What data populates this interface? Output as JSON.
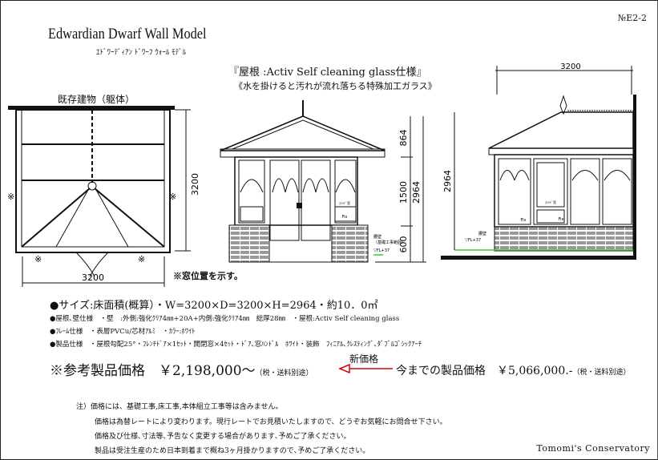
{
  "doc_number": "№E2-2",
  "title": "Edwardian Dwarf Wall Model",
  "subtitle": "ｴﾄﾞﾜｰﾃﾞｨｱﾝ ﾄﾞﾜｰﾌ ｳｫｰﾙ ﾓﾃﾞﾙ",
  "roof_spec": "『屋根 :Activ Self cleaning glass仕様』",
  "roof_note": "《水を掛けると汚れが流れ落ちる特殊加工ガラス》",
  "plan": {
    "existing_building": "既存建物（躯体）",
    "width_dim": "3200",
    "depth_dim": "3200",
    "window_mark": "※",
    "window_note": "※窓位置を示す。"
  },
  "front_elevation": {
    "dims": [
      "864",
      "1500",
      "600"
    ],
    "total_height": "2964",
    "fix_label": "Fix",
    "window_label": "ｽﾗｲﾄﾞ窓",
    "base_label_1": "腰壁",
    "base_label_2": "（基礎工事範囲）",
    "gl_label": "▽FL+37"
  },
  "side_elevation": {
    "width_dim": "3200",
    "total_height": "2964",
    "fix_label": "Fix",
    "window_label": "ｽﾗｲﾄﾞ窓",
    "base_label": "腰壁",
    "gl_label": "▽FL+37"
  },
  "specs": {
    "size": "●サイズ:床面積(概算）・W=3200×D=3200×H=2964・約10．0㎡",
    "roof_wall": "●屋根､壁仕様　・壁　:外側:強化ｸﾘｱ4㎜+20A+内側:強化ｸﾘｱ4㎜　総厚28㎜　・屋根:Activ Self cleaning glass",
    "frame": "●ﾌﾚｰﾑ仕様　・表層PVCu/芯材ｱﾙﾐ　・ｶﾗｰ:ﾎﾜｲﾄ",
    "product": "●製品仕様　・屋根勾配25°・ﾌﾚﾝﾁﾄﾞｱ×1ｾｯﾄ・開閉窓×4ｾｯﾄ・ﾄﾞｱ､窓ﾊﾝﾄﾞﾙ　ﾎﾜｲﾄ・装飾　ﾌｨﾆｱﾙ､ｸﾚｽﾃｨﾝｸﾞ､ﾀﾞﾌﾞﾙｺﾞｼｯｸｱｰﾁ"
  },
  "price": {
    "ref_label": "※参考製品価格　￥2,198,000～",
    "tax_note": "（税・送料別途）",
    "new_label": "新価格",
    "old_label": "今までの製品価格　￥5,066,000.-",
    "old_tax_note": "（税・送料別途）",
    "arrow_color": "#e00000"
  },
  "notes": [
    "注）価格には、基礎工事,床工事,本体組立工事等は含みません。",
    "価格は為替レートにより変わります。現行レートでお見積いたしますので、どうぞお気軽にお問合せ下さい。",
    "価格及び仕様､寸法等､予告なく変更する場合があります､予めご了承ください。",
    "製品は受注生産のため日本到着まで概ね3ヶ月掛かりますので､予めご了承ください。"
  ],
  "brand": "Tomomi's Conservatory"
}
